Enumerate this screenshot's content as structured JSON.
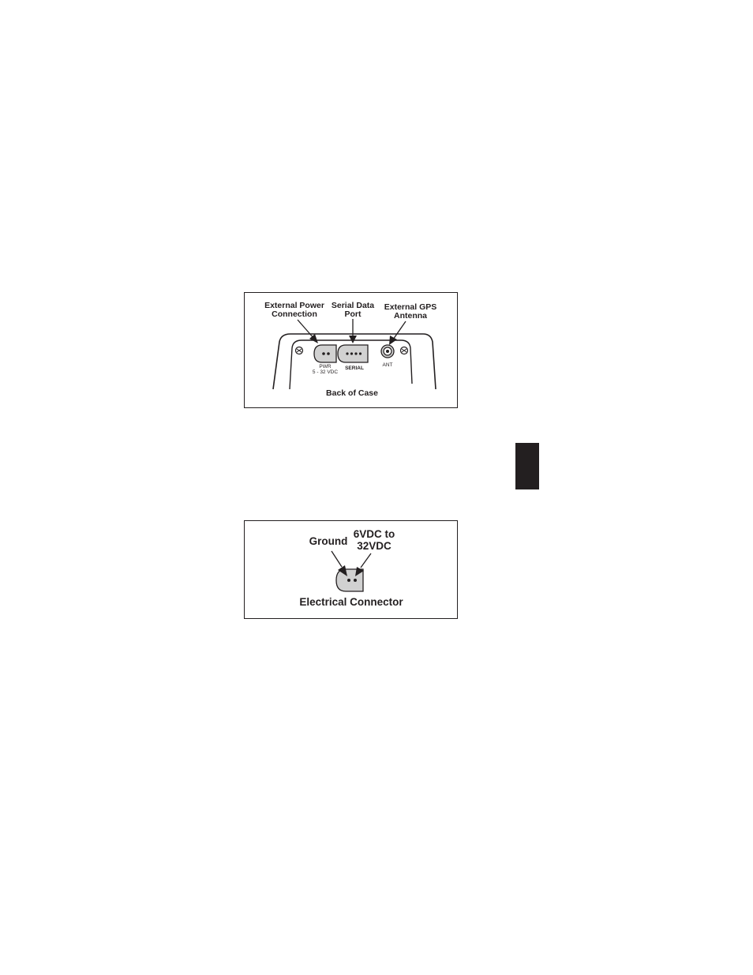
{
  "back_of_case": {
    "label_power": [
      "External Power",
      "Connection"
    ],
    "label_serial": [
      "Serial Data",
      "Port"
    ],
    "label_antenna": [
      "External GPS",
      "Antenna"
    ],
    "port_pwr": [
      "PWR",
      "5 - 32 VDC"
    ],
    "port_serial": "SERIAL",
    "port_ant": "ANT",
    "caption": "Back of Case"
  },
  "connector": {
    "label_ground": "Ground",
    "label_voltage": [
      "6VDC to",
      "32VDC"
    ],
    "caption": "Electrical Connector"
  },
  "colors": {
    "ink": "#231f20",
    "fill": "#d1d1d1",
    "tab": "#231f20"
  }
}
